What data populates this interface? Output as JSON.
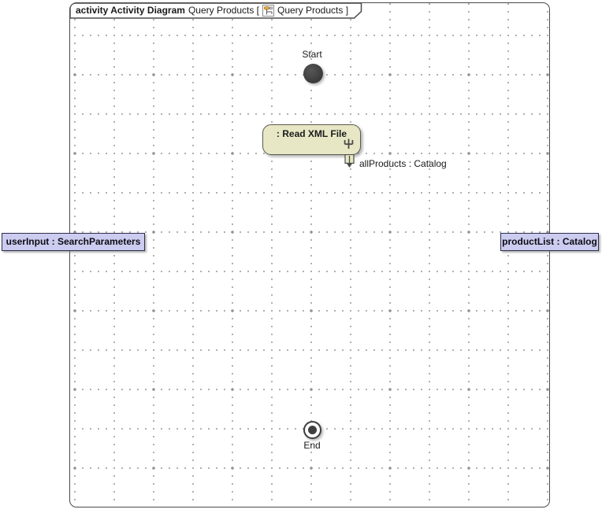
{
  "diagram": {
    "frame_title": {
      "keyword": "activity Activity Diagram",
      "diagram_name": "Query Products [",
      "context_name": "Query Products ]",
      "icon": "activity-diagram-icon"
    },
    "nodes": {
      "start": {
        "label": "Start",
        "type": "initial-node"
      },
      "action": {
        "label": ": Read XML File",
        "icon": "rake-icon",
        "type": "call-behavior-action"
      },
      "output_pin": {
        "label": "allProducts : Catalog",
        "type": "output-pin"
      },
      "param_left": {
        "label": "userInput : SearchParameters",
        "type": "activity-parameter-node"
      },
      "param_right": {
        "label": "productList : Catalog",
        "type": "activity-parameter-node"
      },
      "end": {
        "label": "End",
        "type": "final-node"
      }
    },
    "colors": {
      "action_fill": "#e7e7c5",
      "action_border": "#5a5a52",
      "param_fill": "#ccccf0",
      "param_border": "#2e2e4e",
      "frame_border": "#4a4a4a",
      "node_dark": "#3f3f3f",
      "grid_dot": "#9a9a9a"
    }
  }
}
